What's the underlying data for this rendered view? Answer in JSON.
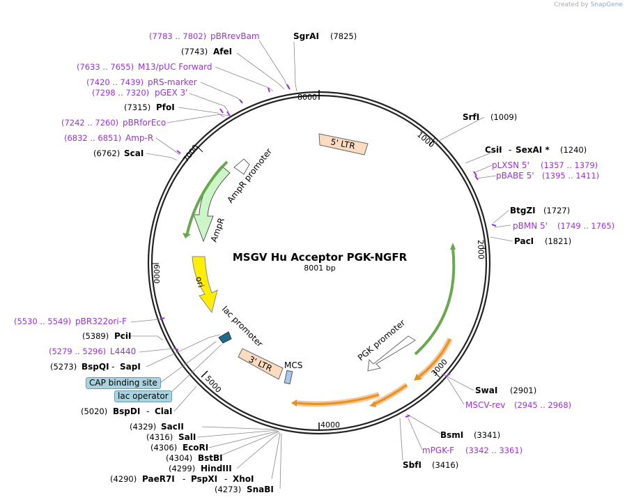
{
  "watermark": {
    "prefix": "Created by",
    "brand": "SnapGene"
  },
  "map": {
    "title": "MSGV Hu Acceptor PGK-NGFR",
    "length": "8001 bp",
    "ticks": [
      "1000",
      "2000",
      "3000",
      "4000",
      "5000",
      "6000",
      "7000",
      "8000"
    ]
  },
  "features": {
    "ltr5": "5' LTR",
    "ampr_promoter": "AmpR promoter",
    "ampr": "AmpR",
    "ori": "ori",
    "lac_promoter": "lac promoter",
    "ltr3": "3' LTR",
    "mcs": "MCS",
    "pgk_promoter": "PGK promoter"
  },
  "left_labels": {
    "pBRrevBam": {
      "pos": "(7783 .. 7802)",
      "name": "pBRrevBam"
    },
    "AfeI": {
      "pos": "(7743)",
      "name": "AfeI"
    },
    "M13": {
      "pos": "(7633 .. 7655)",
      "name": "M13/pUC Forward"
    },
    "pRS": {
      "pos": "(7420 .. 7439)",
      "name": "pRS-marker"
    },
    "pGEX": {
      "pos": "(7298 .. 7320)",
      "name": "pGEX 3'"
    },
    "PfoI": {
      "pos": "(7315)",
      "name": "PfoI"
    },
    "pBRforEco": {
      "pos": "(7242 .. 7260)",
      "name": "pBRforEco"
    },
    "AmpR": {
      "pos": "(6832 .. 6851)",
      "name": "Amp-R"
    },
    "ScaI": {
      "pos": "(6762)",
      "name": "ScaI"
    },
    "pBR322": {
      "pos": "(5530 .. 5549)",
      "name": "pBR322ori-F"
    },
    "PciI": {
      "pos": "(5389)",
      "name": "PciI"
    },
    "L4440": {
      "pos": "(5279 .. 5296)",
      "name": "L4440"
    },
    "BspQI": {
      "pos": "(5273)",
      "name": "BspQI",
      "alt": "SapI"
    },
    "CAP": "CAP binding site",
    "lacop": "lac operator",
    "BspDI": {
      "pos": "(5020)",
      "name": "BspDI",
      "alt": "ClaI"
    }
  },
  "bottom_labels": {
    "SacII": {
      "pos": "(4329)",
      "name": "SacII"
    },
    "SalI": {
      "pos": "(4316)",
      "name": "SalI"
    },
    "EcoRI": {
      "pos": "(4306)",
      "name": "EcoRI"
    },
    "BstBI": {
      "pos": "(4304)",
      "name": "BstBI"
    },
    "HindIII": {
      "pos": "(4299)",
      "name": "HindIII"
    },
    "PaeR7I": {
      "pos": "(4290)",
      "name": "PaeR7I",
      "alt": "PspXI",
      "alt2": "XhoI"
    },
    "SnaBI": {
      "pos": "(4273)",
      "name": "SnaBI"
    }
  },
  "right_labels": {
    "SgrAI": {
      "name": "SgrAI",
      "pos": "(7825)"
    },
    "SrfI": {
      "name": "SrfI",
      "pos": "(1009)"
    },
    "CsiI": {
      "name": "CsiI",
      "alt": "SexAI *",
      "pos": "(1240)"
    },
    "pLXSN": {
      "name": "pLXSN 5'",
      "pos": "(1357 .. 1379)"
    },
    "pBABE": {
      "name": "pBABE 5'",
      "pos": "(1395 .. 1411)"
    },
    "BtgZI": {
      "name": "BtgZI",
      "pos": "(1727)"
    },
    "pBMN": {
      "name": "pBMN 5'",
      "pos": "(1749 .. 1765)"
    },
    "PacI": {
      "name": "PacI",
      "pos": "(1821)"
    },
    "SwaI": {
      "name": "SwaI",
      "pos": "(2901)"
    },
    "MSCV": {
      "name": "MSCV-rev",
      "pos": "(2945 .. 2968)"
    },
    "BsmI": {
      "name": "BsmI",
      "pos": "(3341)"
    },
    "mPGK": {
      "name": "mPGK-F",
      "pos": "(3342 .. 3361)"
    },
    "SbfI": {
      "name": "SbfI",
      "pos": "(3416)"
    }
  }
}
